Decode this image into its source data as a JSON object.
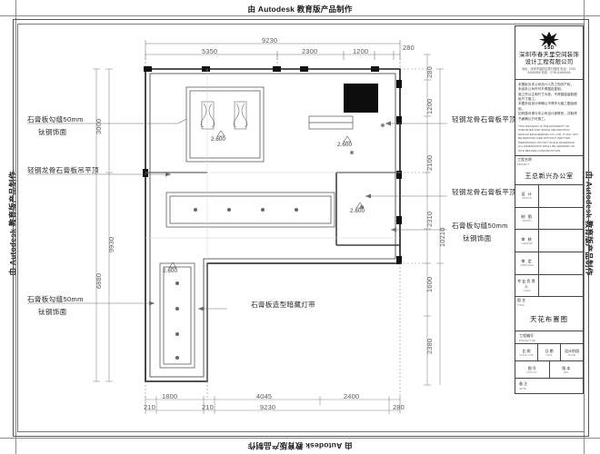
{
  "watermark": {
    "top": "由 Autodesk 教育版产品制作",
    "bottom": "由 Autodesk 教育版产品制作",
    "left": "由 Autodesk 教育版产品制作",
    "right": "由 Autodesk 教育版产品制作"
  },
  "annotations": {
    "left_top_1": "石膏板勾缝50mm",
    "left_top_2": "钛钢饰面",
    "left_mid": "轻钢龙骨石膏板吊平顶",
    "left_bottom_1": "石膏板勾缝50mm",
    "left_bottom_2": "钛钢饰面",
    "center_bottom": "石膏板造型暗藏灯带",
    "right_top": "轻钢龙骨石膏板平顶",
    "right_mid": "轻钢龙骨石膏板平顶",
    "right_bottom_1": "石膏板勾缝50mm",
    "right_bottom_2": "钛钢饰面"
  },
  "dimensions": {
    "top_overall": "9230",
    "top_segments": [
      "5350",
      "2300",
      "1200",
      "280"
    ],
    "bottom_overall": "9230",
    "bottom_segments": [
      "1800",
      "4045",
      "2400"
    ],
    "bottom_small": [
      "210",
      "210",
      "280"
    ],
    "left_segments": [
      "3000",
      "9930",
      "6880"
    ],
    "right_segments": [
      "280",
      "1200",
      "2100",
      "2310",
      "1600",
      "2380"
    ],
    "right_inner": "10210"
  },
  "elevations": [
    {
      "value": "2.600"
    },
    {
      "value": "2.600"
    },
    {
      "value": "2.600"
    },
    {
      "value": "2.600"
    }
  ],
  "title_block": {
    "logo_text": "SSD",
    "company_name": "深圳市春天里空间装饰设计工程有限公司",
    "company_address": "地址：深圳市福田区振兴路段  电话：0755-83660888  传真：0755-83660666",
    "note_zh": "本图纸为本公司设计人员之知识产权，\n未经本公司许可不得擅自复制。\n施工时以注明尺寸为准，不得直接量取图纸尺寸施工。\n本图未经设计师确认不得作为施工图纸使用。\n如有疑问请与本公司设计部联系，并取得书面确认方可施工。",
    "note_en": "THIS DRAWING IS THE PROPERTY OF SHENZHEN SSD SPACE DECORATION DESIGN ENGINEERING CO.,LTD. IT MAY NOT BE REPRODUCED WITHOUT WRITTEN PERMISSION. DO NOT SCALE DRAWINGS. ALL DIMENSIONS SHALL BE VERIFIED ON SITE BEFORE CONSTRUCTION.",
    "project_label_zh": "工程名称",
    "project_label_en": "PROJECT",
    "project_name": "王总新兴办公室",
    "rows": [
      {
        "zh": "设 计",
        "en": "DESIGN"
      },
      {
        "zh": "制 图",
        "en": "DRAWN"
      },
      {
        "zh": "审 核",
        "en": "CHECKED"
      },
      {
        "zh": "审 定",
        "en": "APPROVED"
      },
      {
        "zh": "专业负责人",
        "en": "CHIEF"
      }
    ],
    "drawing_label_zh": "图 名",
    "drawing_label_en": "TITLE",
    "drawing_name": "天花布置图",
    "scale_label_zh": "工程编号",
    "scale_label_en": "PROJECT NO.",
    "footer_cells": [
      {
        "zh": "比 例",
        "en": "SCALE 1:100"
      },
      {
        "zh": "日 期",
        "en": "DATE"
      },
      {
        "zh": "设计阶段",
        "en": "PHASE"
      }
    ],
    "footer_cells_2": [
      {
        "zh": "图 号",
        "en": "DWG.NO."
      },
      {
        "zh": "版 本",
        "en": "REV."
      }
    ],
    "last_label": {
      "zh": "备 注",
      "en": "NOTE"
    }
  }
}
